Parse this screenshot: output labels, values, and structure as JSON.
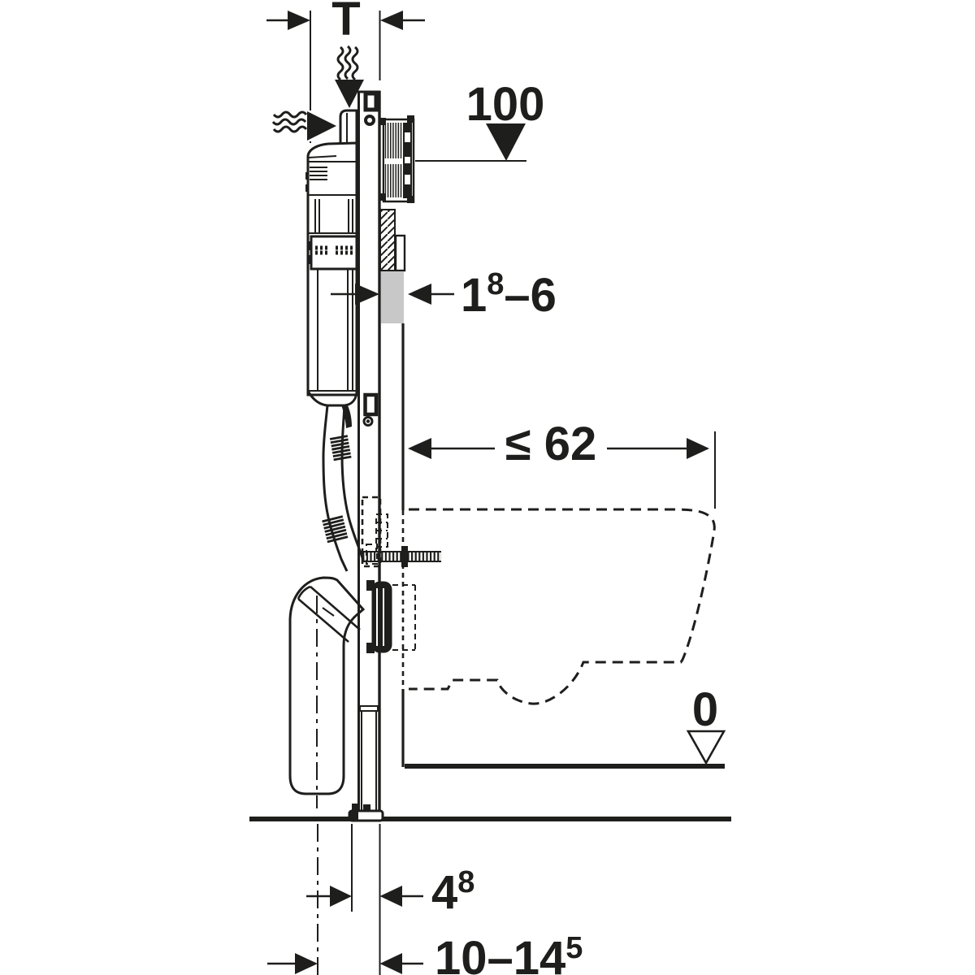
{
  "diagram": {
    "title": "wall-hung-wc-concealed-cistern-frame-installation-side-view",
    "background": "#ffffff",
    "ink_color": "#1e1e1c",
    "finish_layer_fill": "#c8c8c8",
    "labels": {
      "frame_depth": "T",
      "height_marker": "100",
      "finish_thickness_main": "1",
      "finish_thickness_sup": "8",
      "finish_thickness_rest": "–6",
      "bowl_depth_max": "≤ 62",
      "floor_datum": "0",
      "foot_offset_main": "4",
      "foot_offset_sup": "8",
      "drain_offset_main": "10–14",
      "drain_offset_sup": "5"
    }
  }
}
